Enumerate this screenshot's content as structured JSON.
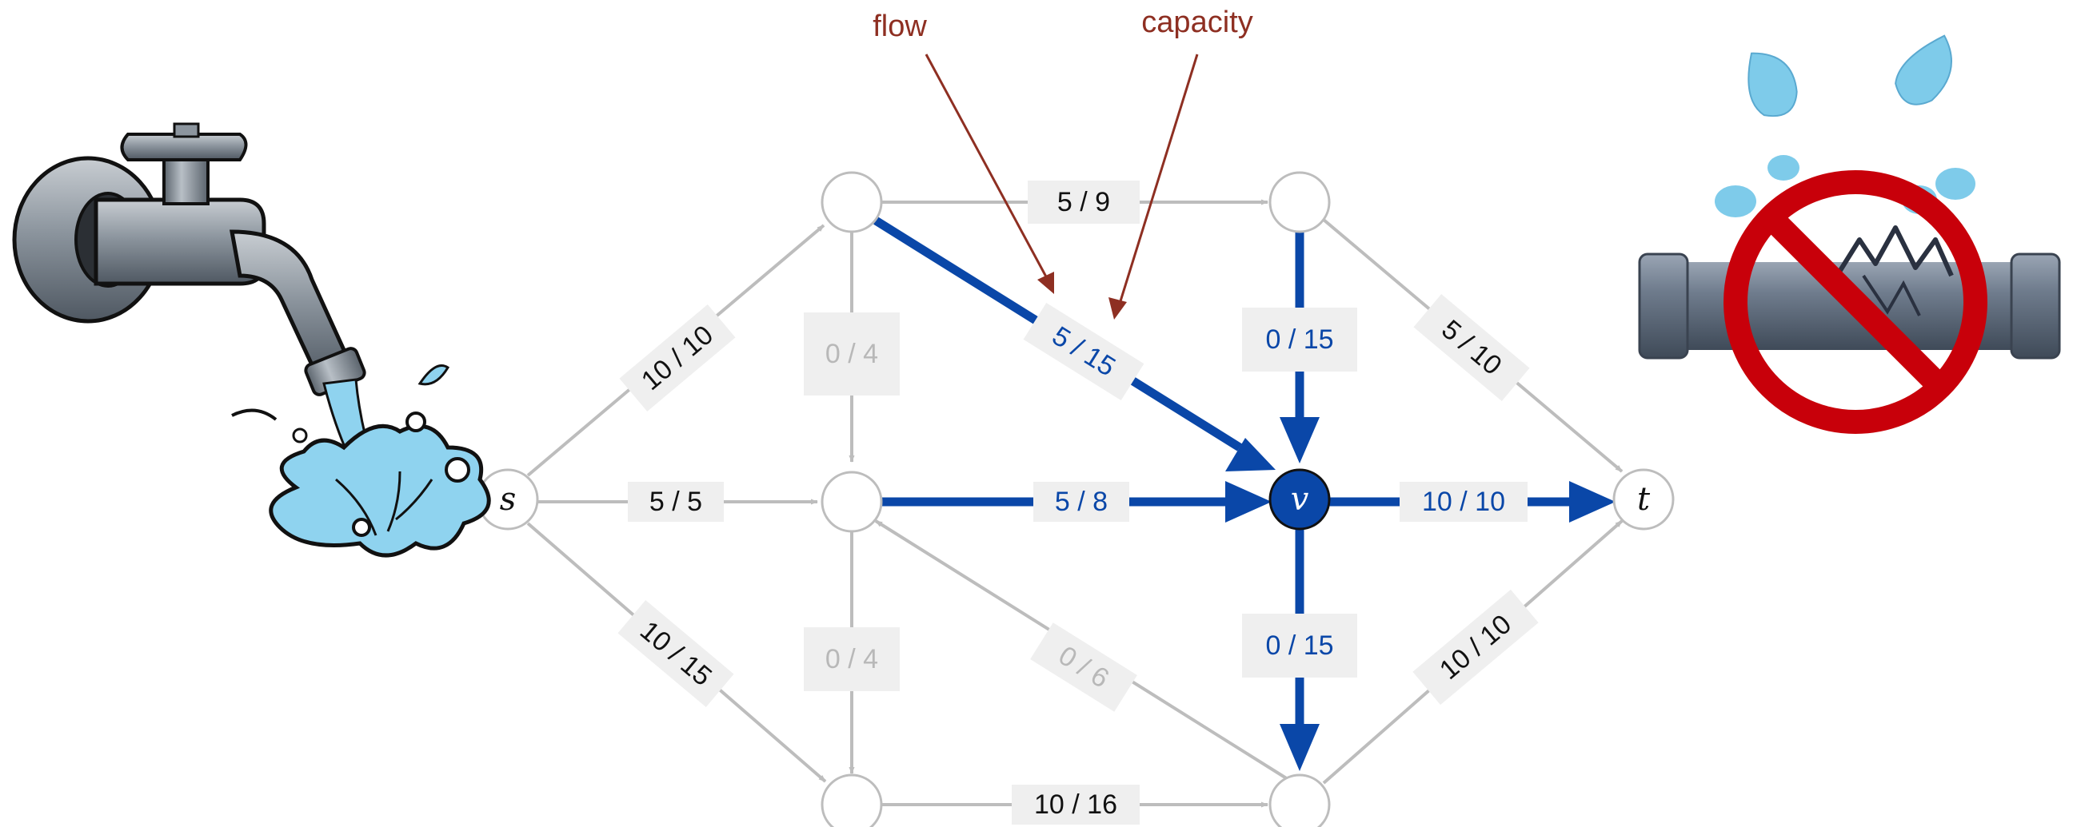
{
  "colors": {
    "gray_edge": "#bdbdbd",
    "label_box": "#efefef",
    "flow_edge": "#0a47a8",
    "black_text": "#111111",
    "gray_text": "#b8b8b8",
    "annotation": "#8e2f22",
    "node_fill": "#ffffff",
    "v_fill": "#0a47a8"
  },
  "nodes": {
    "s": "s",
    "v": "v",
    "t": "t"
  },
  "edges": {
    "a_b": "5 / 9",
    "s_a": "10 / 10",
    "a_c": "0 / 4",
    "a_v": "5 / 15",
    "b_v": "0 / 15",
    "b_t": "5 / 10",
    "s_c": "5 / 5",
    "c_v": "5 / 8",
    "v_t": "10 / 10",
    "s_d": "10 / 15",
    "c_d": "0 / 4",
    "e_c": "0 / 6",
    "v_e": "0 / 15",
    "e_t": "10 / 10",
    "d_e": "10 / 16"
  },
  "annotations": {
    "flow": "flow",
    "capacity": "capacity"
  },
  "illustrations": {
    "faucet": "faucet-icon",
    "broken_pipe": "broken-pipe-icon",
    "prohibition": "no-sign-icon"
  }
}
